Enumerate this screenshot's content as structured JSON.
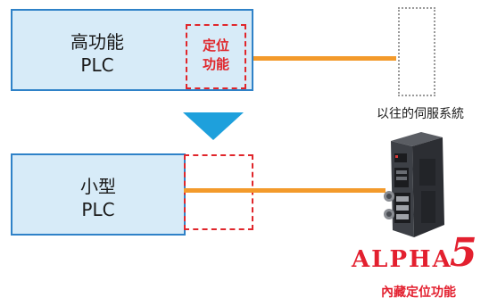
{
  "plc_top": {
    "line1": "高功能",
    "line2": "PLC"
  },
  "positioning_function": {
    "line1": "定位",
    "line2": "功能"
  },
  "plc_bottom": {
    "line1": "小型",
    "line2": "PLC"
  },
  "old_servo_label": "以往的伺服系統",
  "brand": {
    "text": "ALPHA",
    "digit": "5"
  },
  "builtin_label": "內藏定位功能",
  "colors": {
    "box_fill": "#d7ebf8",
    "box_border": "#2f82c8",
    "cable": "#f39a2b",
    "accent_red": "#e0262b",
    "arrow": "#1ea0dc"
  }
}
